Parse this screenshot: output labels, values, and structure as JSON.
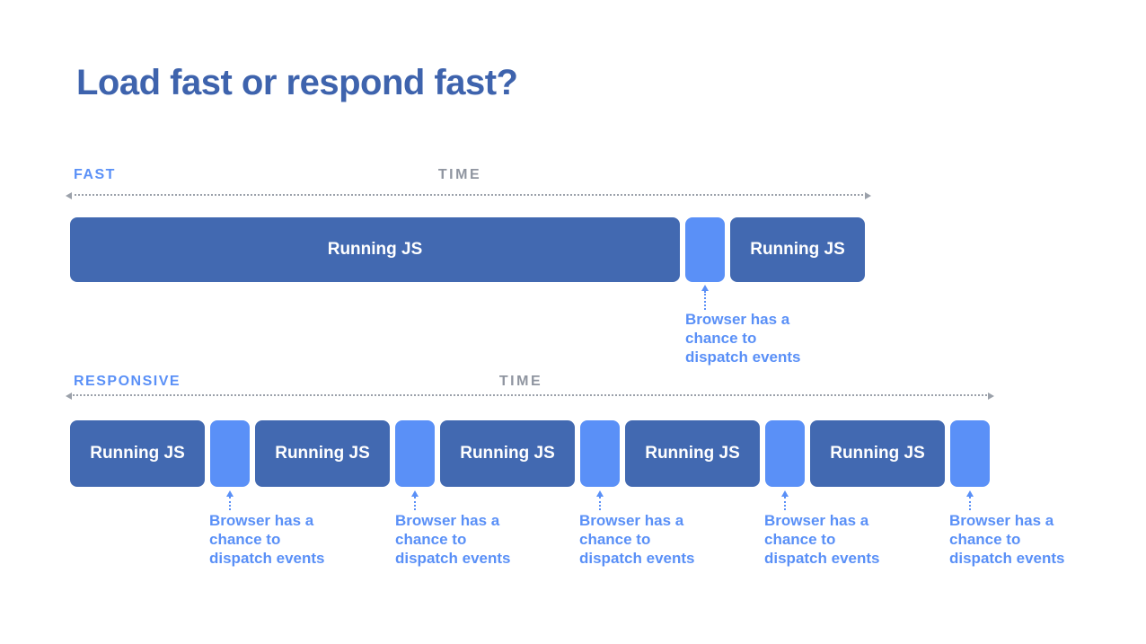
{
  "title": "Load fast or respond fast?",
  "colors": {
    "title_text": "#3e63ad",
    "block_dark": "#4269b1",
    "block_light": "#5a90f7",
    "accent_text": "#5a90f7",
    "time_text": "#8f95a0",
    "dotted_line": "#9ba1aa",
    "background": "#ffffff"
  },
  "timelines": [
    {
      "label": "FAST",
      "axis_label": "TIME",
      "blocks": [
        {
          "type": "dark",
          "label": "Running JS"
        },
        {
          "type": "light",
          "label": ""
        },
        {
          "type": "dark",
          "label": "Running JS"
        }
      ],
      "annotations": [
        "Browser has a\nchance to\ndispatch events"
      ]
    },
    {
      "label": "RESPONSIVE",
      "axis_label": "TIME",
      "blocks": [
        {
          "type": "dark",
          "label": "Running JS"
        },
        {
          "type": "light",
          "label": ""
        },
        {
          "type": "dark",
          "label": "Running JS"
        },
        {
          "type": "light",
          "label": ""
        },
        {
          "type": "dark",
          "label": "Running JS"
        },
        {
          "type": "light",
          "label": ""
        },
        {
          "type": "dark",
          "label": "Running JS"
        },
        {
          "type": "light",
          "label": ""
        },
        {
          "type": "dark",
          "label": "Running JS"
        },
        {
          "type": "light",
          "label": ""
        }
      ],
      "annotations": [
        "Browser has a\nchance to\ndispatch events",
        "Browser has a\nchance to\ndispatch events",
        "Browser has a\nchance to\ndispatch events",
        "Browser has a\nchance to\ndispatch events",
        "Browser has a\nchance to\ndispatch events"
      ]
    }
  ]
}
